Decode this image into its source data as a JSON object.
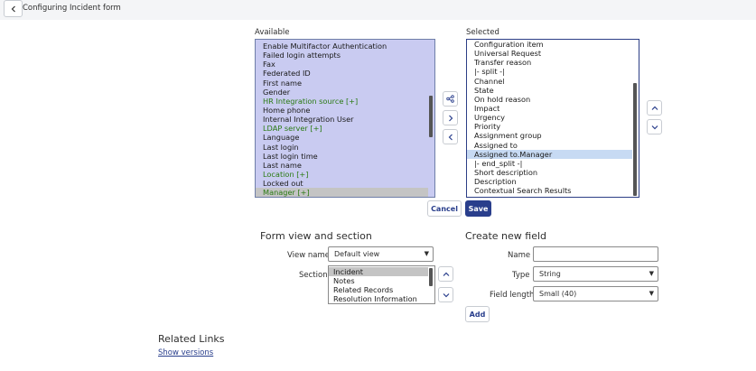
{
  "header": {
    "title": "Configuring Incident form"
  },
  "available": {
    "label": "Available",
    "items": [
      {
        "text": "Enable Multifactor Authentication",
        "green": false
      },
      {
        "text": "Failed login attempts",
        "green": false
      },
      {
        "text": "Fax",
        "green": false
      },
      {
        "text": "Federated ID",
        "green": false
      },
      {
        "text": "First name",
        "green": false
      },
      {
        "text": "Gender",
        "green": false
      },
      {
        "text": "HR Integration source [+]",
        "green": true
      },
      {
        "text": "Home phone",
        "green": false
      },
      {
        "text": "Internal Integration User",
        "green": false
      },
      {
        "text": "LDAP server [+]",
        "green": true
      },
      {
        "text": "Language",
        "green": false
      },
      {
        "text": "Last login",
        "green": false
      },
      {
        "text": "Last login time",
        "green": false
      },
      {
        "text": "Last name",
        "green": false
      },
      {
        "text": "Location [+]",
        "green": true
      },
      {
        "text": "Locked out",
        "green": false
      },
      {
        "text": "Manager [+]",
        "green": true
      }
    ]
  },
  "selected": {
    "label": "Selected",
    "items": [
      "Configuration item",
      "Universal Request",
      "Transfer reason",
      "|- split -|",
      "Channel",
      "State",
      "On hold reason",
      "Impact",
      "Urgency",
      "Priority",
      "Assignment group",
      "Assigned to",
      "Assigned to.Manager",
      "|- end_split -|",
      "Short description",
      "Description",
      "Contextual Search Results"
    ]
  },
  "actions": {
    "cancel": "Cancel",
    "save": "Save",
    "add": "Add"
  },
  "form_view": {
    "heading": "Form view and section",
    "view_name_label": "View name",
    "view_name_value": "Default view",
    "section_label": "Section",
    "sections": [
      "Incident",
      "Notes",
      "Related Records",
      "Resolution Information"
    ]
  },
  "new_field": {
    "heading": "Create new field",
    "name_label": "Name",
    "name_value": "",
    "type_label": "Type",
    "type_value": "String",
    "length_label": "Field length",
    "length_value": "Small (40)"
  },
  "related": {
    "heading": "Related Links",
    "show_versions": "Show versions"
  }
}
